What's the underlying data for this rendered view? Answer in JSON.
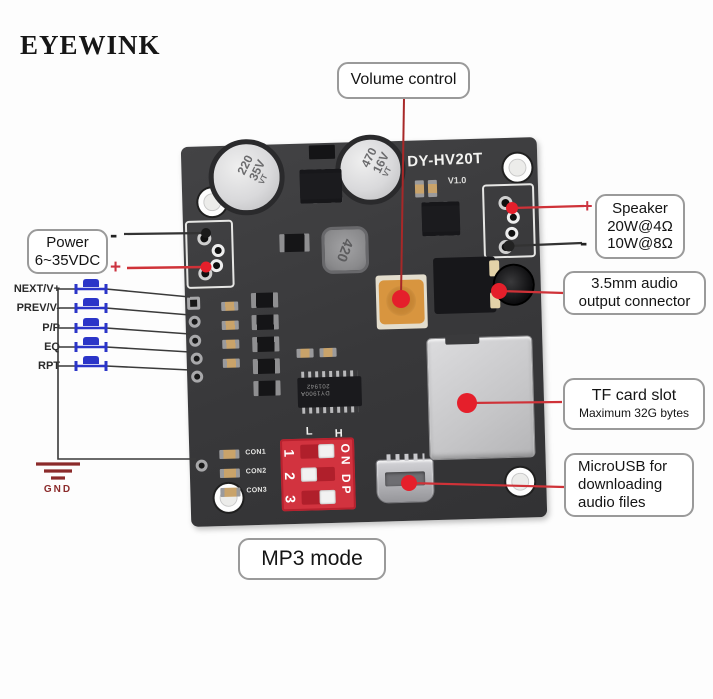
{
  "brand": "EYEWINK",
  "callouts": {
    "volume": "Volume control",
    "speaker": {
      "line1": "Speaker",
      "line2": "20W@4Ω",
      "line3": "10W@8Ω",
      "plus": "+",
      "minus": "-"
    },
    "audio": {
      "line1": "3.5mm audio",
      "line2": "output connector"
    },
    "tf": {
      "title": "TF card slot",
      "subtitle": "Maximum 32G bytes"
    },
    "usb": {
      "line1": "MicroUSB for",
      "line2": "downloading",
      "line3": "audio files"
    },
    "power": {
      "line1": "Power",
      "line2": "6~35VDC",
      "plus": "+",
      "minus": "-"
    },
    "mode": "MP3 mode",
    "gnd": "GND"
  },
  "pins": [
    "NEXT/V+",
    "PREV/V-",
    "P/P",
    "EQ",
    "RPT"
  ],
  "board": {
    "model": "DY-HV20T",
    "version": "V1.0",
    "cap1": {
      "value": "220",
      "voltage": "35V",
      "series": "VT"
    },
    "cap2": {
      "value": "470",
      "voltage": "16V",
      "series": "VT"
    },
    "inductor": "420",
    "chip": {
      "line1": "DY1900A",
      "line2": "201942"
    },
    "dip": {
      "switch1": "1",
      "switch2": "2",
      "switch3": "3",
      "ondp": "ON DP"
    },
    "con1": "CON1",
    "con2": "CON2",
    "con3": "CON3",
    "low": "L",
    "high": "H"
  },
  "colors": {
    "callout_line_red": "#cf3238",
    "volume_line_red": "#a82828",
    "dot_red": "#e51f2b",
    "button_blue": "#2b35c8",
    "gnd_maroon": "#8b2b2b",
    "dip_red": "#d2333f",
    "pcb_dark": "#39393b",
    "wire_black": "#333333"
  }
}
